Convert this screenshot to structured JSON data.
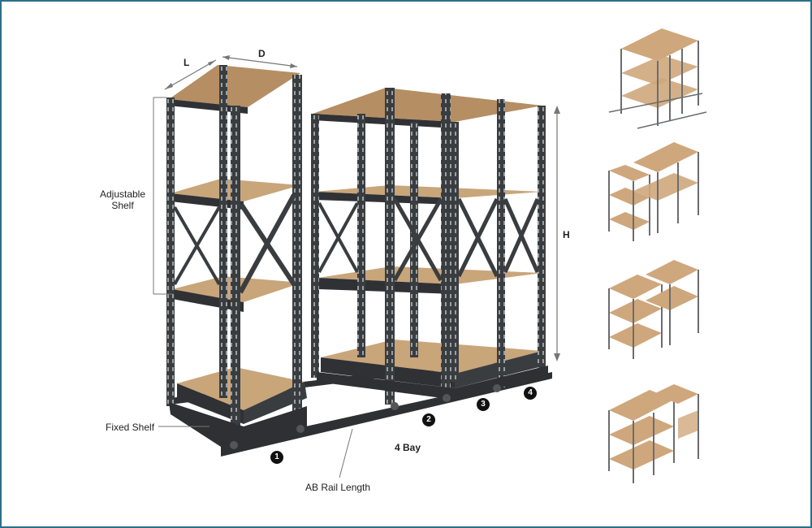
{
  "labels": {
    "length": "L",
    "depth": "D",
    "height": "H",
    "adjustable_shelf_line1": "Adjustable",
    "adjustable_shelf_line2": "Shelf",
    "fixed_shelf": "Fixed Shelf",
    "bay_count": "4 Bay",
    "rail_length": "AB Rail Length"
  },
  "bay_markers": [
    "1",
    "2",
    "3",
    "4"
  ],
  "colors": {
    "frame": "#3a3d40",
    "shelf_top": "#c9a57a",
    "shelf_side": "#a8835a",
    "border": "#2a6f8a",
    "thumb_frame": "#6a6d70",
    "thumb_shelf": "#cfa77c"
  },
  "thumbnails": [
    {
      "config": "closed"
    },
    {
      "config": "aisle-1"
    },
    {
      "config": "aisle-2"
    },
    {
      "config": "aisle-3"
    }
  ]
}
